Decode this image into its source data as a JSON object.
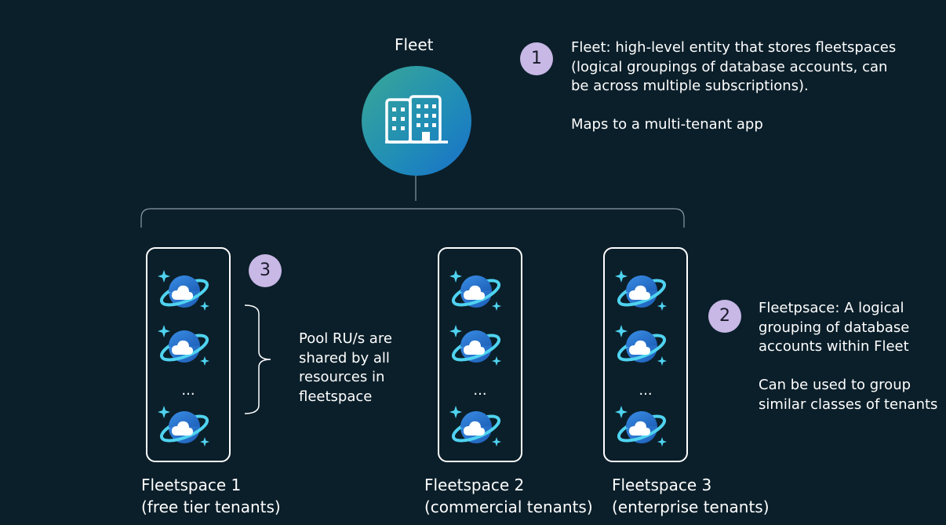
{
  "fleet": {
    "title": "Fleet",
    "icon": "building-icon"
  },
  "callouts": [
    {
      "number": "1",
      "lines": [
        "Fleet: high-level entity that stores fleetspaces",
        "(logical groupings of database accounts, can",
        "be across multiple subscriptions)."
      ],
      "extra": "Maps to a multi-tenant app"
    },
    {
      "number": "2",
      "lines": [
        "Fleetpsace: A logical",
        "grouping of database",
        "accounts within Fleet"
      ],
      "extra_lines": [
        "Can be used to group",
        "similar classes of tenants"
      ]
    },
    {
      "number": "3"
    }
  ],
  "pool_note": [
    "Pool RU/s are",
    "shared by all",
    "resources in",
    "fleetspace"
  ],
  "fleetspaces": [
    {
      "name": "Fleetspace 1",
      "subtitle": "(free tier tenants)",
      "ellipsis": "..."
    },
    {
      "name": "Fleetspace 2",
      "subtitle": "(commercial tenants)",
      "ellipsis": "..."
    },
    {
      "name": "Fleetspace 3",
      "subtitle": "(enterprise tenants)",
      "ellipsis": "..."
    }
  ],
  "colors": {
    "background": "#0b1f2a",
    "badge": "#c7b8e6",
    "connector": "#8a9aa3",
    "cosmos_blue": "#2f7fd6",
    "sparkle": "#4fd3f0"
  }
}
